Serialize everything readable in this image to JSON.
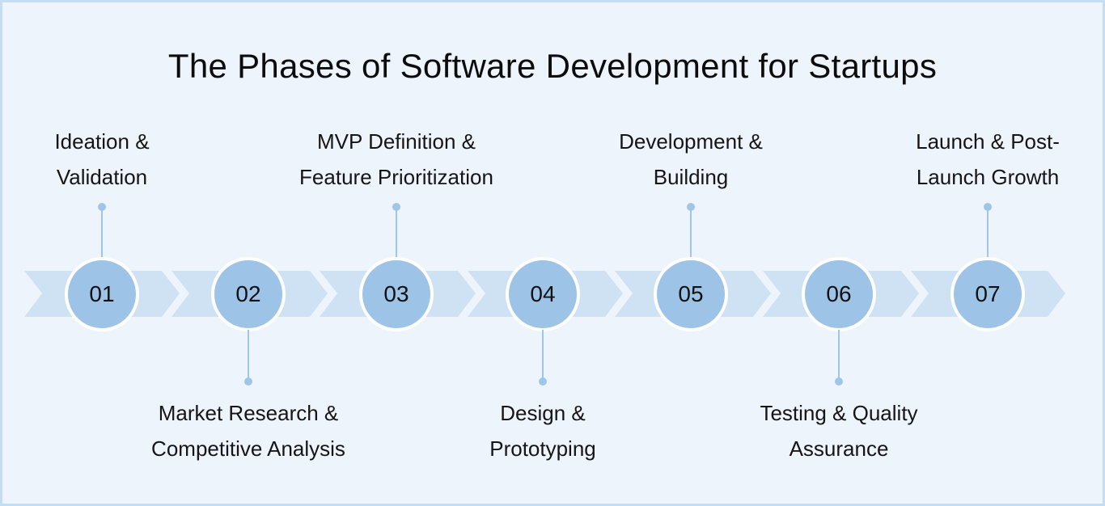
{
  "title": "The Phases of Software Development for Startups",
  "colors": {
    "background": "#eef4fb",
    "frame_border": "#c4ddf3",
    "chevron": "#cfe2f4",
    "circle_fill": "#9dc3e7",
    "circle_border": "#ffffff",
    "connector": "#9fc5e9",
    "text": "#151515"
  },
  "steps": [
    {
      "number": "01",
      "line1": "Ideation &",
      "line2": "Validation",
      "position": "top"
    },
    {
      "number": "02",
      "line1": "Market Research &",
      "line2": "Competitive Analysis",
      "position": "bottom"
    },
    {
      "number": "03",
      "line1": "MVP Definition &",
      "line2": "Feature Prioritization",
      "position": "top"
    },
    {
      "number": "04",
      "line1": "Design &",
      "line2": "Prototyping",
      "position": "bottom"
    },
    {
      "number": "05",
      "line1": "Development &",
      "line2": "Building",
      "position": "top"
    },
    {
      "number": "06",
      "line1": "Testing & Quality",
      "line2": "Assurance",
      "position": "bottom"
    },
    {
      "number": "07",
      "line1": "Launch & Post-",
      "line2": "Launch Growth",
      "position": "top"
    }
  ]
}
